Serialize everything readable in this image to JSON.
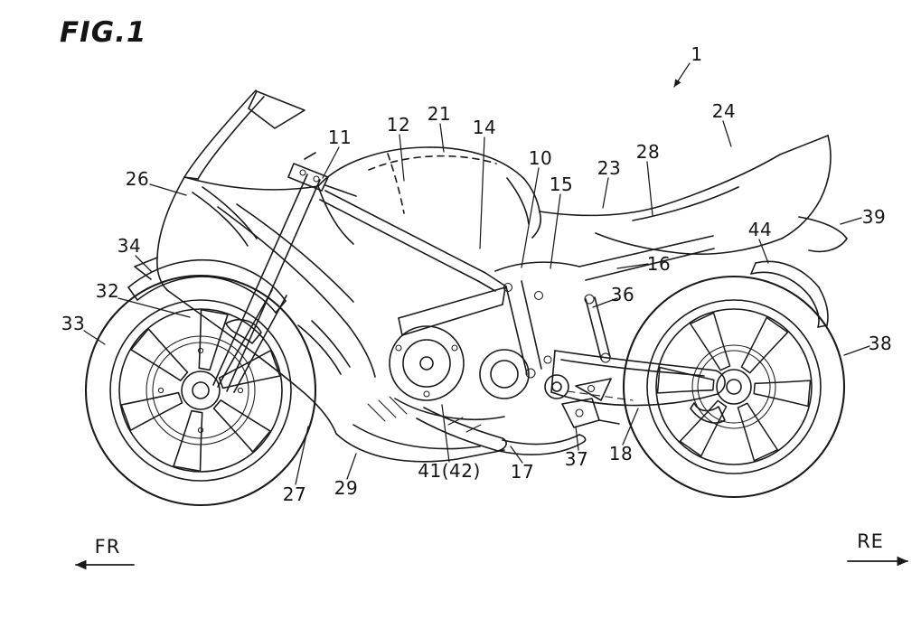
{
  "figure": {
    "title": "FIG.1",
    "subject": "motorcycle-side-view-patent-drawing",
    "line_color": "#1a1a1a",
    "background_color": "#ffffff"
  },
  "reference_labels": [
    "1",
    "10",
    "11",
    "12",
    "14",
    "15",
    "16",
    "17",
    "18",
    "21",
    "23",
    "24",
    "26",
    "27",
    "28",
    "29",
    "32",
    "33",
    "34",
    "36",
    "37",
    "38",
    "39",
    "41(42)",
    "44"
  ],
  "direction_indicators": {
    "front": "FR",
    "rear": "RE"
  }
}
